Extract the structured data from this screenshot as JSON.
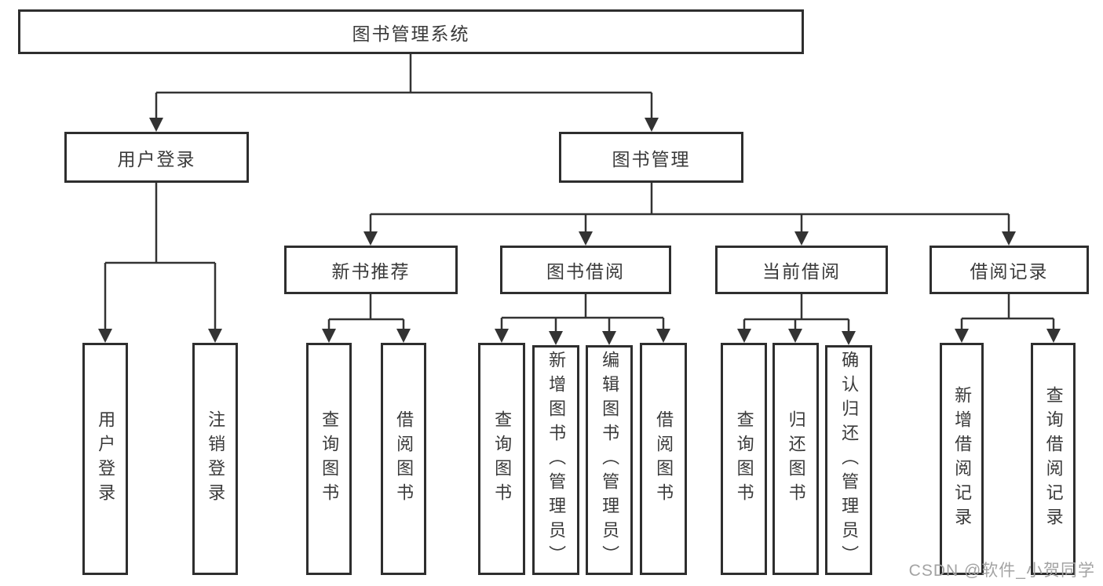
{
  "diagram": {
    "root": {
      "label": "图书管理系统"
    },
    "branches": [
      {
        "label": "用户登录",
        "children": [
          {
            "label": "用户登录"
          },
          {
            "label": "注销登录"
          }
        ]
      },
      {
        "label": "图书管理",
        "children": [
          {
            "label": "新书推荐",
            "children": [
              {
                "label": "查询图书"
              },
              {
                "label": "借阅图书"
              }
            ]
          },
          {
            "label": "图书借阅",
            "children": [
              {
                "label": "查询图书"
              },
              {
                "label": "新增图书（管理员）"
              },
              {
                "label": "编辑图书（管理员）"
              },
              {
                "label": "借阅图书"
              }
            ]
          },
          {
            "label": "当前借阅",
            "children": [
              {
                "label": "查询图书"
              },
              {
                "label": "归还图书"
              },
              {
                "label": "确认归还（管理员）"
              }
            ]
          },
          {
            "label": "借阅记录",
            "children": [
              {
                "label": "新增借阅记录"
              },
              {
                "label": "查询借阅记录"
              }
            ]
          }
        ]
      }
    ]
  },
  "watermark": {
    "text": "CSDN @软件_小贺同学"
  },
  "colors": {
    "line": "#333333",
    "box_border": "#2e2e2e",
    "text": "#3a3a3a",
    "watermark": "#a3a3a3",
    "background": "#ffffff"
  }
}
